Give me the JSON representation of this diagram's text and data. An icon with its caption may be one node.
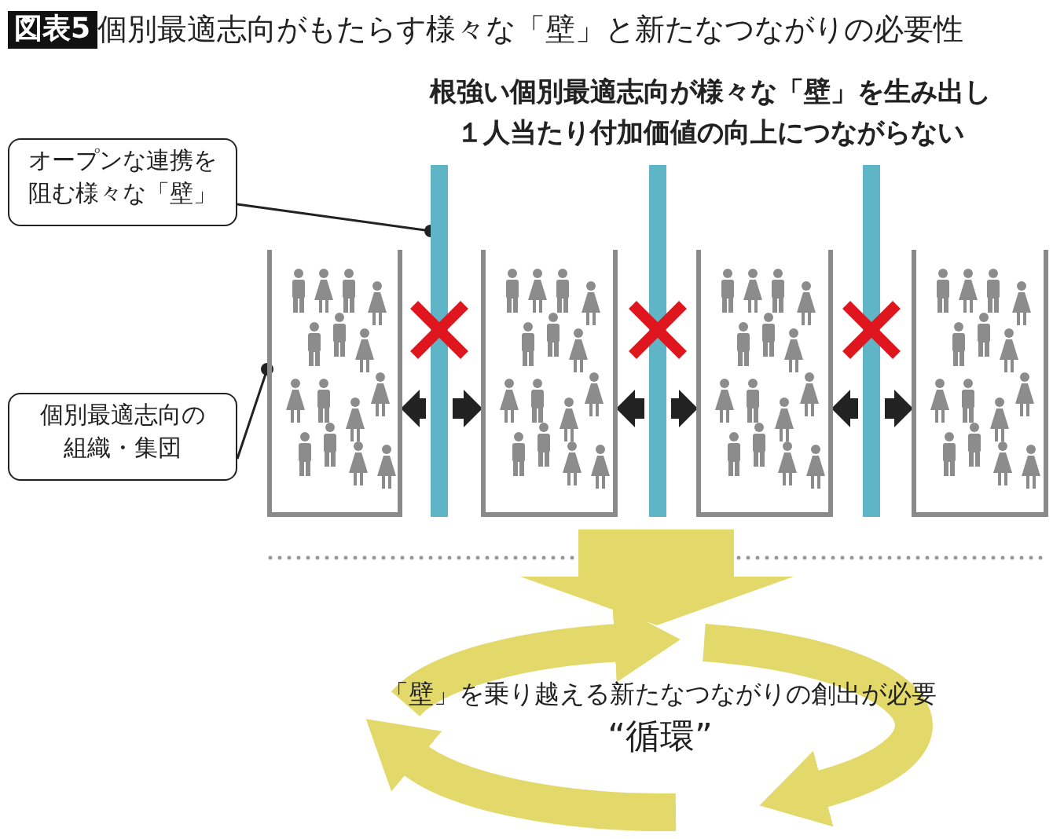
{
  "diagram": {
    "title": "個別最適志向がもたらす様々な「壁」と新たなつながりの必要性",
    "nodes": [
      {
        "text": [
          "オープンな連携を阻む様々な「壁」"
        ]
      },
      {
        "text": [
          "個別最適志向の組織・集団"
        ]
      },
      {
        "text": [],
        "shape": "box"
      },
      {
        "text": [],
        "shape": "bar"
      },
      {
        "text": [],
        "shape": "box"
      },
      {
        "text": [],
        "shape": "bar"
      },
      {
        "text": [],
        "shape": "box"
      },
      {
        "text": [],
        "shape": "bar"
      },
      {
        "text": [],
        "shape": "box"
      }
    ],
    "edges": [
      {
        "from": 0,
        "to": 3,
        "arrow": "other"
      },
      {
        "from": 1,
        "to": 2,
        "arrow": "other"
      },
      {
        "from": 3,
        "to": 2,
        "arrow": "to"
      },
      {
        "from": 3,
        "to": 4,
        "arrow": "to"
      },
      {
        "from": 5,
        "to": 4,
        "arrow": "to"
      },
      {
        "from": 5,
        "to": 6,
        "arrow": "to"
      },
      {
        "from": 7,
        "to": 6,
        "arrow": "to"
      },
      {
        "from": 7,
        "to": 8,
        "arrow": "to"
      }
    ],
    "labels": [
      "図表5",
      "根強い個別最適志向が様々な「壁」を生み出し１人当たり付加価値の向上につながらない",
      "「壁」を乗り越える新たなつながりの創出が必要",
      "“循環”"
    ]
  }
}
